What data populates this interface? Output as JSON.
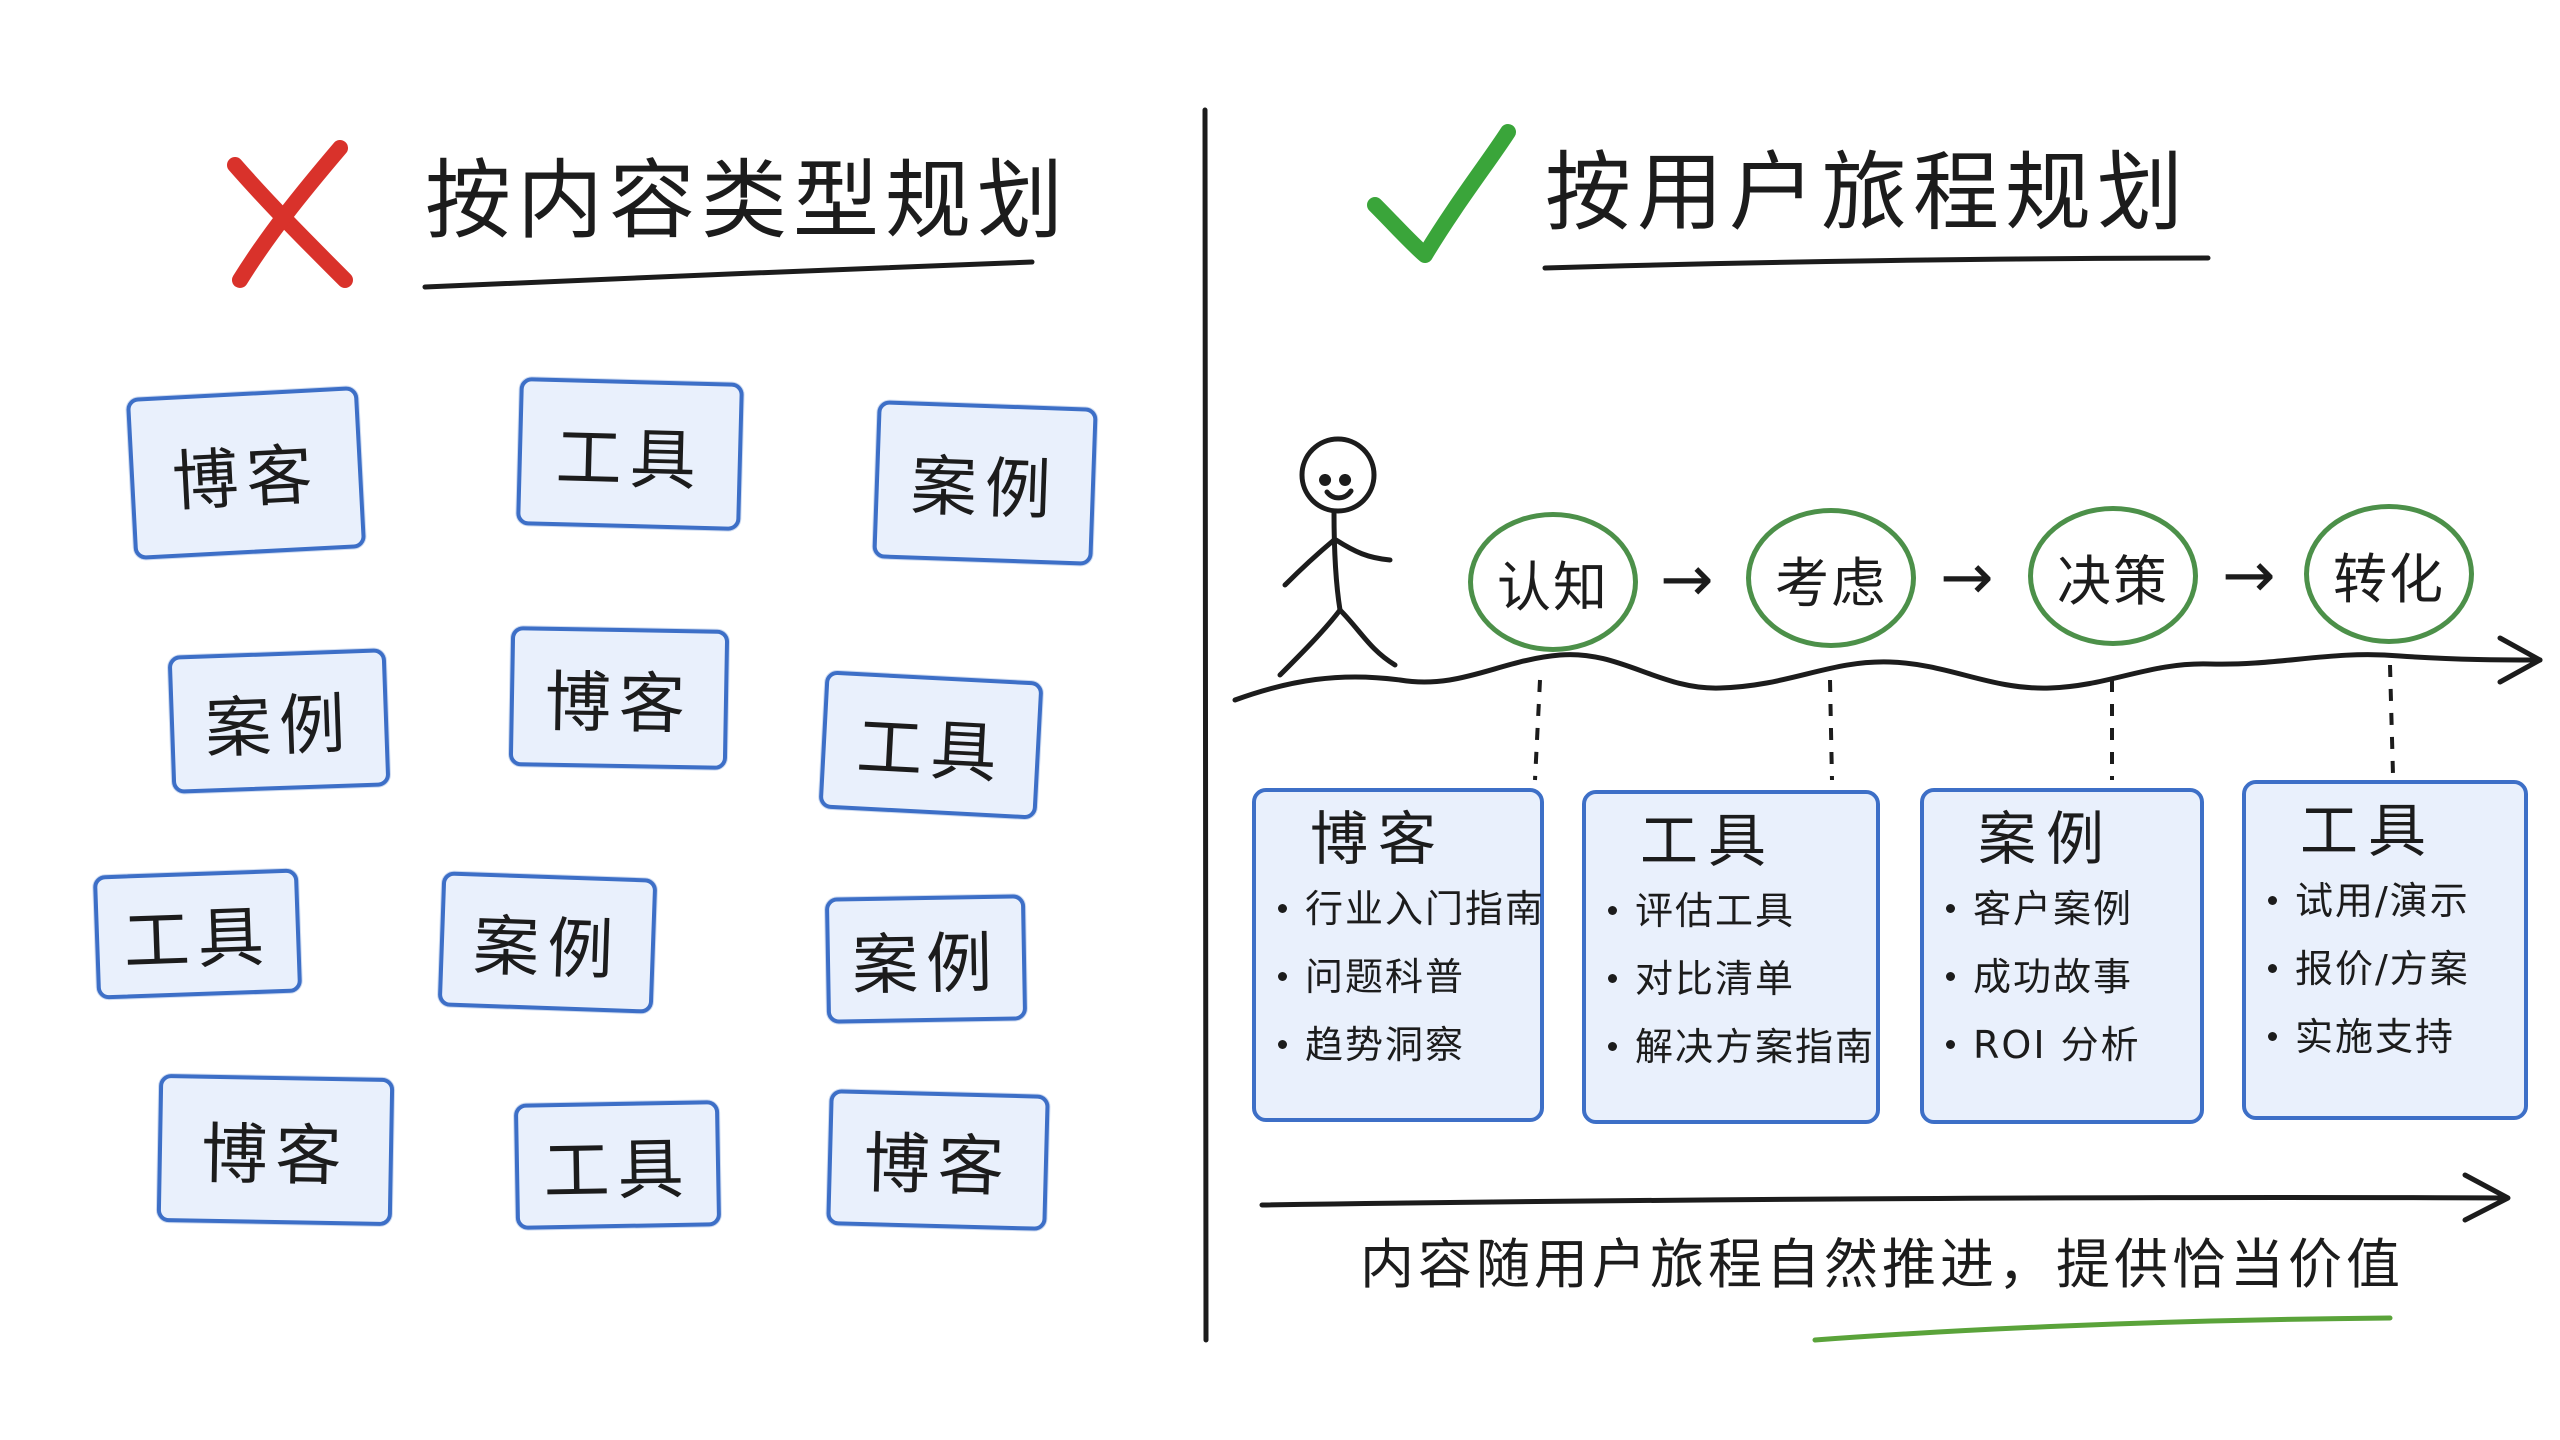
{
  "left": {
    "title": "按内容类型规划",
    "cards": [
      "博客",
      "工具",
      "案例",
      "案例",
      "博客",
      "工具",
      "工具",
      "案例",
      "案例",
      "博客",
      "工具",
      "博客"
    ]
  },
  "right": {
    "title": "按用户旅程规划",
    "stages": [
      "认知",
      "考虑",
      "决策",
      "转化"
    ],
    "panels": [
      {
        "title": "博客",
        "items": [
          "行业入门指南",
          "问题科普",
          "趋势洞察"
        ]
      },
      {
        "title": "工具",
        "items": [
          "评估工具",
          "对比清单",
          "解决方案指南"
        ]
      },
      {
        "title": "案例",
        "items": [
          "客户案例",
          "成功故事",
          "ROI 分析"
        ]
      },
      {
        "title": "工具",
        "items": [
          "试用/演示",
          "报价/方案",
          "实施支持"
        ]
      }
    ],
    "summary": "内容随用户旅程自然推进，提供恰当价值"
  },
  "colors": {
    "wrong": "#d9322b",
    "right": "#3aa53a",
    "card_border": "#3d6fc7",
    "card_fill": "#e9f0fc",
    "stage_border": "#4c9049",
    "underline_green": "#5aa33a"
  },
  "icons": [
    "cross-icon",
    "check-icon",
    "stick-figure-icon"
  ]
}
